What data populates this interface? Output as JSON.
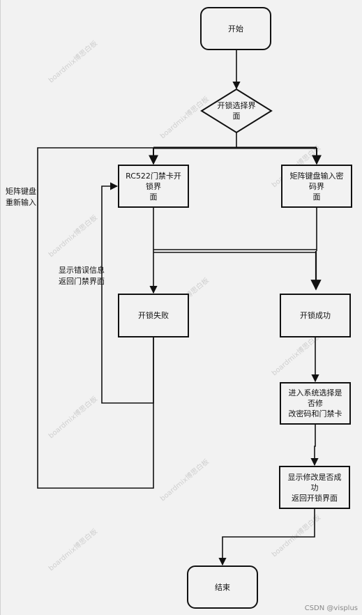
{
  "nodes": {
    "start": "开始",
    "decision": "开锁选择界\n面",
    "rc522": "RC522门禁卡开锁界\n面",
    "keypad_input": "矩阵键盘输入密码界\n面",
    "fail": "开锁失败",
    "success": "开锁成功",
    "system_select": "进入系统选择是否修\n改密码和门禁卡",
    "show_result": "显示修改是否成功\n返回开锁界面",
    "end": "结束"
  },
  "edge_labels": {
    "keypad_retry": "矩阵键盘\n重新输入",
    "error_return": "显示错误信息\n返回门禁界面"
  },
  "watermark": "boardmix博思白板",
  "credit": "CSDN @visplus"
}
